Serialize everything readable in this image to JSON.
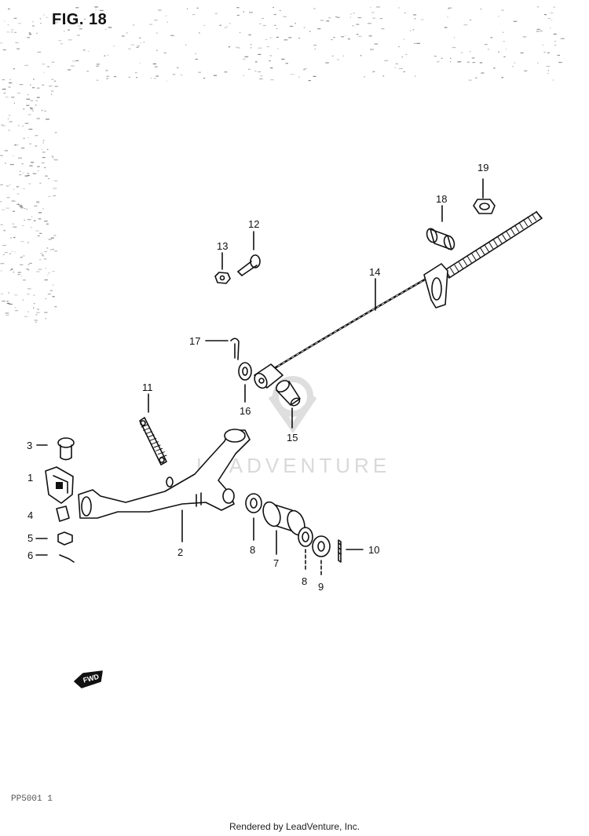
{
  "figure": {
    "title": "FIG. 18"
  },
  "part_labels": [
    {
      "id": "label-19",
      "text": "19"
    },
    {
      "id": "label-18",
      "text": "18"
    },
    {
      "id": "label-12",
      "text": "12"
    },
    {
      "id": "label-13",
      "text": "13"
    },
    {
      "id": "label-14",
      "text": "14"
    },
    {
      "id": "label-17",
      "text": "17"
    },
    {
      "id": "label-16",
      "text": "16"
    },
    {
      "id": "label-15",
      "text": "15"
    },
    {
      "id": "label-11",
      "text": "11"
    },
    {
      "id": "label-3",
      "text": "3"
    },
    {
      "id": "label-1",
      "text": "1"
    },
    {
      "id": "label-4",
      "text": "4"
    },
    {
      "id": "label-5",
      "text": "5"
    },
    {
      "id": "label-6",
      "text": "6"
    },
    {
      "id": "label-2",
      "text": "2"
    },
    {
      "id": "label-8a",
      "text": "8"
    },
    {
      "id": "label-7",
      "text": "7"
    },
    {
      "id": "label-8b",
      "text": "8"
    },
    {
      "id": "label-9",
      "text": "9"
    },
    {
      "id": "label-10",
      "text": "10"
    }
  ],
  "fwd_arrow": {
    "text": "FWD"
  },
  "watermark": {
    "text": "LEADVENTURE"
  },
  "doc_code": "PP5001 1",
  "footer": {
    "text": "Rendered by LeadVenture, Inc."
  },
  "colors": {
    "ink": "#111111",
    "watermark": "#d9d9d9",
    "background": "#ffffff"
  }
}
